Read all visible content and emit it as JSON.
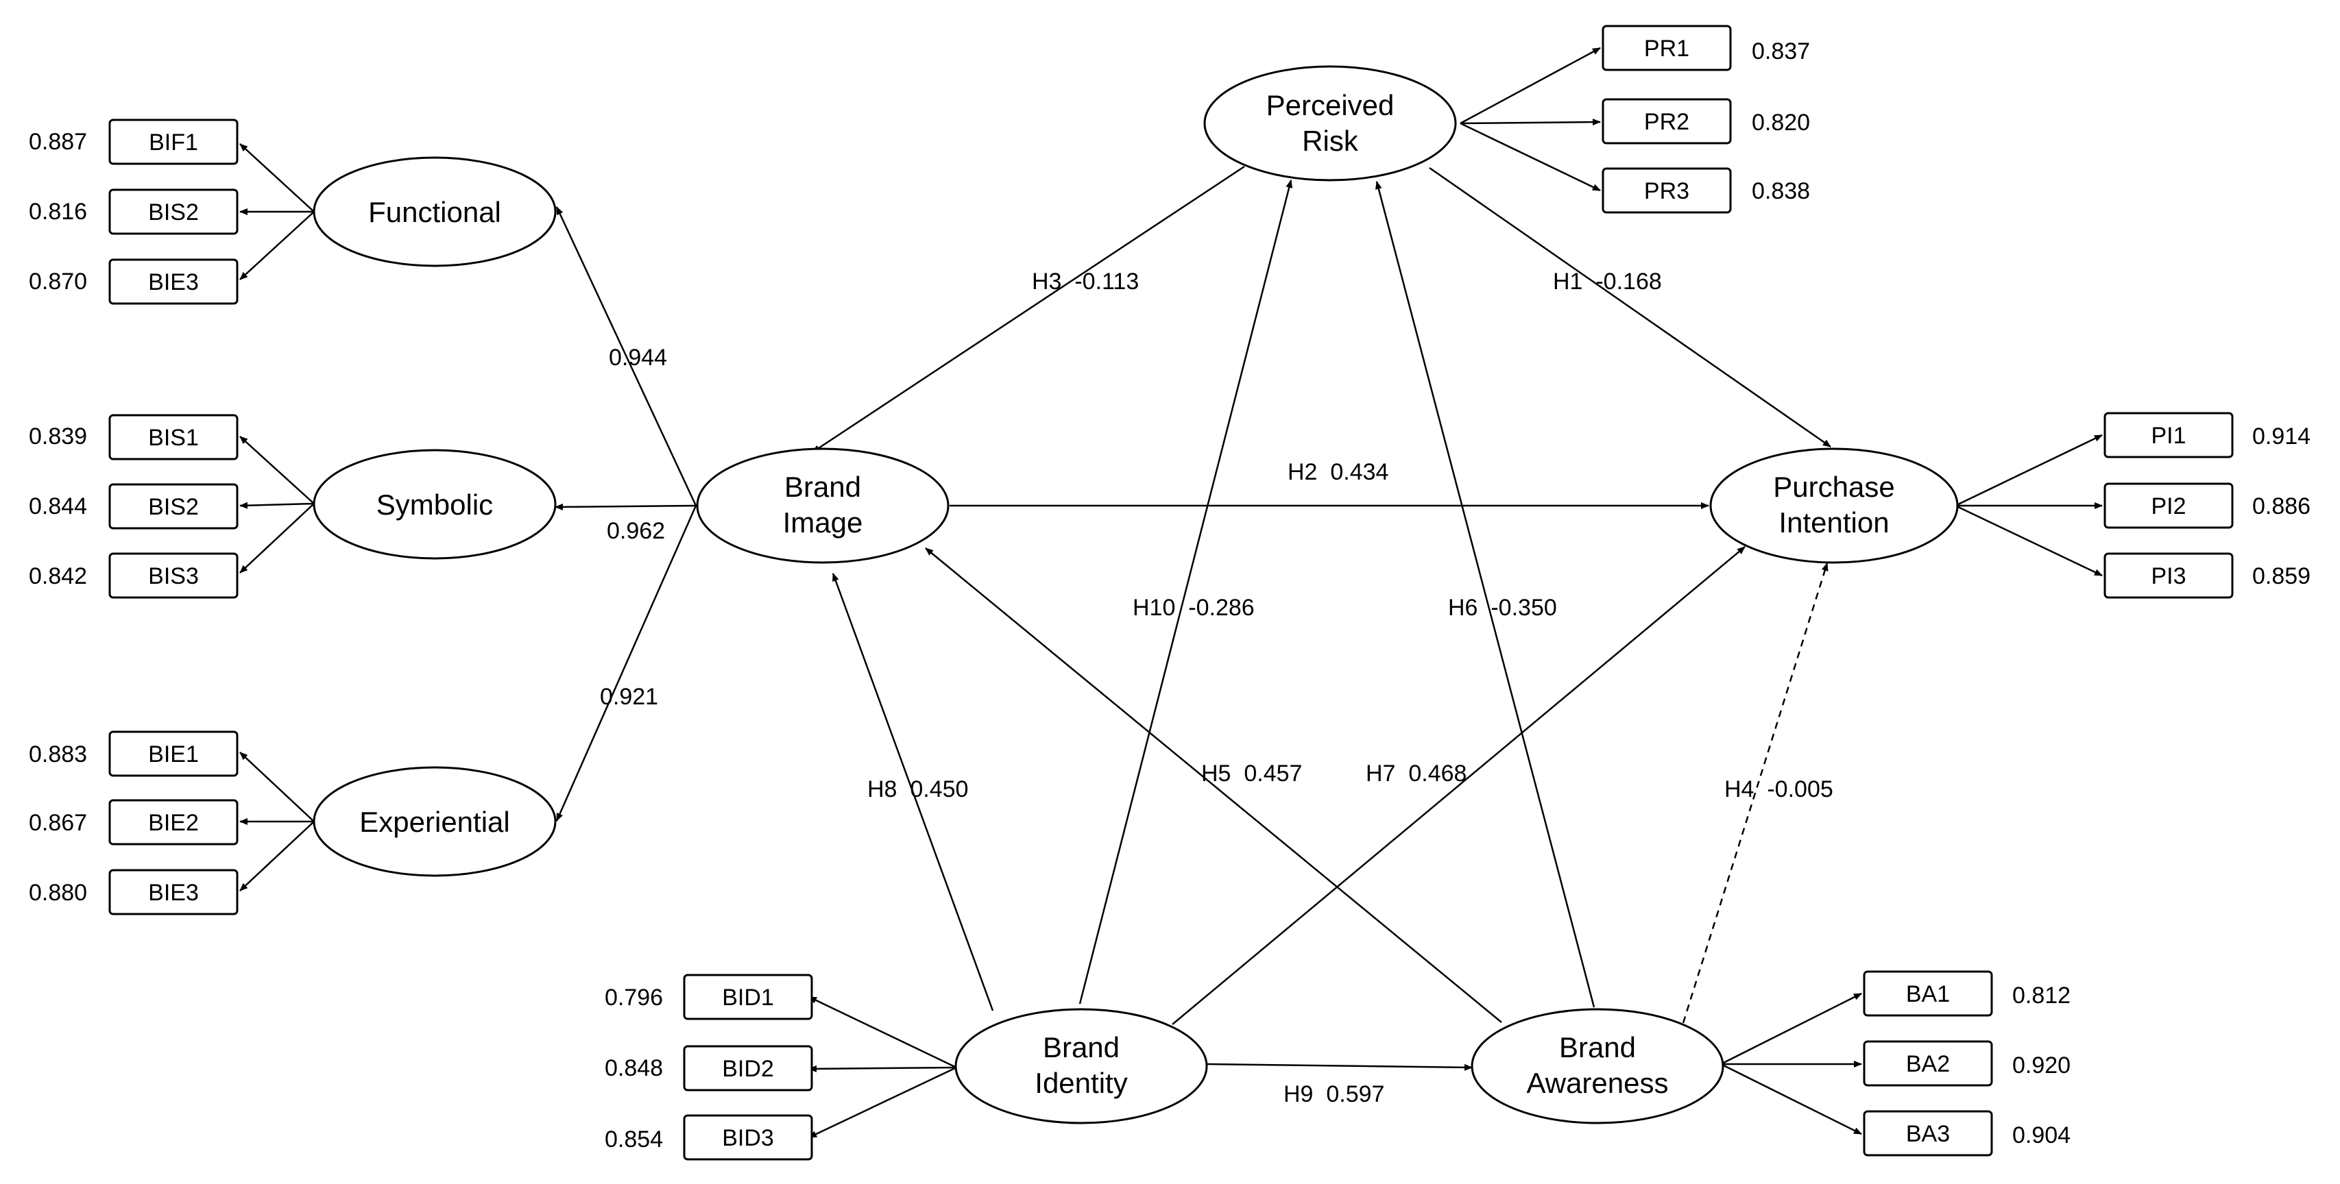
{
  "constructs": {
    "functional": {
      "lines": [
        "Functional"
      ]
    },
    "symbolic": {
      "lines": [
        "Symbolic"
      ]
    },
    "experiential": {
      "lines": [
        "Experiential"
      ]
    },
    "brand_image": {
      "lines": [
        "Brand",
        "Image"
      ]
    },
    "perceived_risk": {
      "lines": [
        "Perceived",
        "Risk"
      ]
    },
    "purchase_intention": {
      "lines": [
        "Purchase",
        "Intention"
      ]
    },
    "brand_identity": {
      "lines": [
        "Brand",
        "Identity"
      ]
    },
    "brand_awareness": {
      "lines": [
        "Brand",
        "Awareness"
      ]
    }
  },
  "indicators": [
    {
      "label": "BIF1",
      "loading": "0.887"
    },
    {
      "label": "BIS2",
      "loading": "0.816"
    },
    {
      "label": "BIE3",
      "loading": "0.870"
    },
    {
      "label": "BIS1",
      "loading": "0.839"
    },
    {
      "label": "BIS2",
      "loading": "0.844"
    },
    {
      "label": "BIS3",
      "loading": "0.842"
    },
    {
      "label": "BIE1",
      "loading": "0.883"
    },
    {
      "label": "BIE2",
      "loading": "0.867"
    },
    {
      "label": "BIE3",
      "loading": "0.880"
    },
    {
      "label": "PR1",
      "loading": "0.837"
    },
    {
      "label": "PR2",
      "loading": "0.820"
    },
    {
      "label": "PR3",
      "loading": "0.838"
    },
    {
      "label": "PI1",
      "loading": "0.914"
    },
    {
      "label": "PI2",
      "loading": "0.886"
    },
    {
      "label": "PI3",
      "loading": "0.859"
    },
    {
      "label": "BID1",
      "loading": "0.796"
    },
    {
      "label": "BID2",
      "loading": "0.848"
    },
    {
      "label": "BID3",
      "loading": "0.854"
    },
    {
      "label": "BA1",
      "loading": "0.812"
    },
    {
      "label": "BA2",
      "loading": "0.920"
    },
    {
      "label": "BA3",
      "loading": "0.904"
    }
  ],
  "second_order_loadings": [
    "0.944",
    "0.962",
    "0.921"
  ],
  "paths": [
    {
      "id": "H1",
      "label": "H1  -0.168",
      "significant": true
    },
    {
      "id": "H2",
      "label": "H2  0.434",
      "significant": true
    },
    {
      "id": "H3",
      "label": "H3  -0.113",
      "significant": true
    },
    {
      "id": "H4",
      "label": "H4  -0.005",
      "significant": false
    },
    {
      "id": "H5",
      "label": "H5  0.457",
      "significant": true
    },
    {
      "id": "H6",
      "label": "H6  -0.350",
      "significant": true
    },
    {
      "id": "H7",
      "label": "H7  0.468",
      "significant": true
    },
    {
      "id": "H8",
      "label": "H8  0.450",
      "significant": true
    },
    {
      "id": "H9",
      "label": "H9  0.597",
      "significant": true
    },
    {
      "id": "H10",
      "label": "H10  -0.286",
      "significant": true
    }
  ],
  "colors": {
    "stroke": "#000000",
    "fill": "#ffffff",
    "background": "#ffffff"
  }
}
